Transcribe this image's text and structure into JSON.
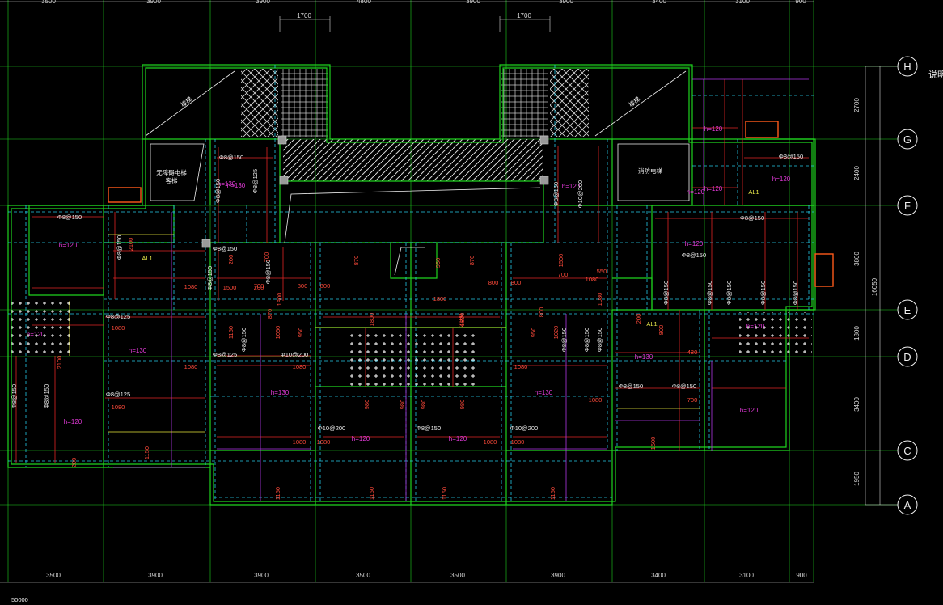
{
  "drawing": {
    "colors": {
      "background": "#000000",
      "wall": "#1fd31f",
      "grid": "#1fd31f",
      "dashed": "#25c9e8",
      "rebar": "#e02424",
      "distribution": "#b236e8",
      "yellow": "#e6e63a",
      "orange_box": "#ff5a1a"
    },
    "top_dims": {
      "row1": [
        "3500",
        "3900",
        "3900",
        "4800",
        "3900",
        "3900",
        "3400",
        "3100",
        "900"
      ],
      "row2": [
        "1700",
        "1700"
      ]
    },
    "bottom_dims": [
      "3500",
      "3900",
      "3900",
      "3500",
      "3500",
      "3900",
      "3400",
      "3100",
      "900"
    ],
    "right_dims": [
      "2700",
      "2400",
      "3800",
      "1800",
      "3400",
      "1950"
    ],
    "right_total": "16050",
    "axes": [
      "H",
      "G",
      "F",
      "E",
      "D",
      "C",
      "A"
    ],
    "side_note": "说明",
    "scale_label": "50000",
    "rooms": [
      {
        "id": "stair-left",
        "label": "楼梯"
      },
      {
        "id": "stair-right",
        "label": "楼梯"
      },
      {
        "id": "elev-left",
        "label": "无障碍电梯\n客梯"
      },
      {
        "id": "elev-right",
        "label": "消防电梯"
      }
    ],
    "slab_labels": [
      "h=120",
      "h=120",
      "h=120",
      "h=130",
      "h=130",
      "h=130",
      "h=120",
      "h=120",
      "h=130",
      "h=120",
      "h=120",
      "h=120",
      "h=120",
      "h=130",
      "h=120",
      "h=120",
      "h=120",
      "h=120",
      "h=130"
    ],
    "rebar_labels": [
      "Φ8@150",
      "Φ8@150",
      "Φ8@150",
      "Φ8@150",
      "Φ8@125",
      "Φ8@125",
      "Φ8@125",
      "Φ8@125",
      "Φ8@150",
      "Φ8@150",
      "Φ10@200",
      "Φ10@200",
      "Φ8@150",
      "Φ10@200",
      "Φ8@150",
      "Φ8@150",
      "Φ8@150",
      "Φ8@150",
      "Φ8@150",
      "Φ8@150",
      "Φ8@150",
      "Φ8@150",
      "Φ8@150",
      "Φ8@150",
      "Φ8@150",
      "Φ10@200",
      "Φ8@150",
      "Φ8@150",
      "Φ8@150",
      "Φ8@150",
      "Φ8@150",
      "Φ8@150",
      "Φ8@150"
    ],
    "dim_labels": [
      "1080",
      "1080",
      "1080",
      "1080",
      "1080",
      "1500",
      "700",
      "800",
      "800",
      "800",
      "800",
      "870",
      "870",
      "950",
      "1800",
      "1800",
      "1800",
      "2100",
      "1080",
      "1080",
      "980",
      "980",
      "980",
      "980",
      "1080",
      "1080",
      "1080",
      "1080",
      "1150",
      "1150",
      "1150",
      "1150",
      "1150",
      "1150",
      "700",
      "700",
      "1500",
      "1080",
      "1080",
      "1050",
      "950",
      "950",
      "1020",
      "800",
      "480",
      "700",
      "1500",
      "1800",
      "200",
      "200",
      "550",
      "2100",
      "2100",
      "200",
      "200",
      "800",
      "870"
    ],
    "al_labels": [
      "AL1",
      "AL1",
      "AL1"
    ]
  }
}
